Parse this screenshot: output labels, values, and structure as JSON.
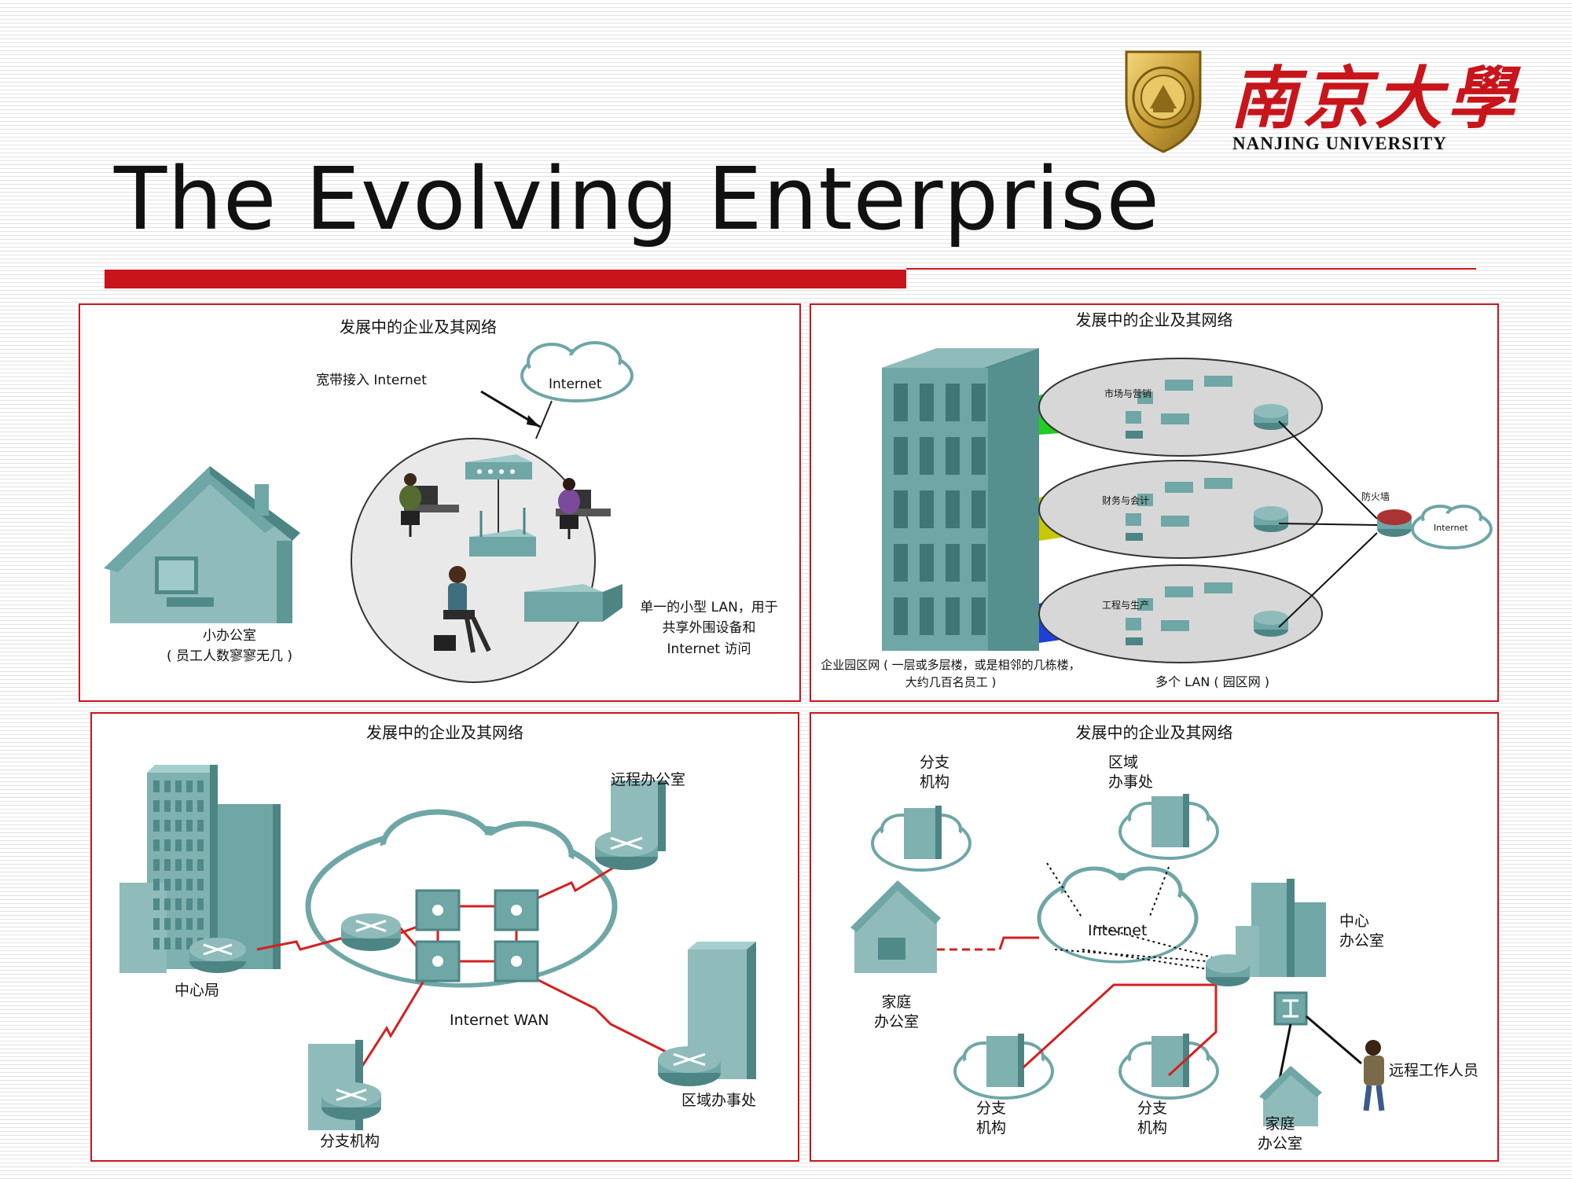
{
  "slide": {
    "title": "The Evolving Enterprise",
    "logo": {
      "chinese": "南京大學",
      "english": "NANJING UNIVERSITY"
    }
  },
  "panels": {
    "p1": {
      "title": "发展中的企业及其网络",
      "broadband": "宽带接入 Internet",
      "internet": "Internet",
      "office_l1": "小办公室",
      "office_l2": "( 员工人数寥寥无几 )",
      "lan_l1": "单一的小型 LAN，用于",
      "lan_l2": "共享外围设备和",
      "lan_l3": "Internet 访问"
    },
    "p2": {
      "title": "发展中的企业及其网络",
      "dept1": "市场与营销",
      "dept2": "财务与会计",
      "dept3": "工程与生产",
      "firewall": "防火墙",
      "internet": "Internet",
      "campus_l1": "企业园区网 ( 一层或多层楼，或是相邻的几栋楼，",
      "campus_l2": "大约几百名员工 )",
      "multi_lan": "多个 LAN ( 园区网 )"
    },
    "p3": {
      "title": "发展中的企业及其网络",
      "remote_office": "远程办公室",
      "central": "中心局",
      "wan": "Internet WAN",
      "regional": "区域办事处",
      "branch": "分支机构"
    },
    "p4": {
      "title": "发展中的企业及其网络",
      "branch_top_l1": "分支",
      "branch_top_l2": "机构",
      "regional_l1": "区域",
      "regional_l2": "办事处",
      "internet": "Internet",
      "central_l1": "中心",
      "central_l2": "办公室",
      "home_left_l1": "家庭",
      "home_left_l2": "办公室",
      "branch_b1_l1": "分支",
      "branch_b1_l2": "机构",
      "branch_b2_l1": "分支",
      "branch_b2_l2": "机构",
      "home_bottom_l1": "家庭",
      "home_bottom_l2": "办公室",
      "remote_worker": "远程工作人员"
    }
  },
  "colors": {
    "accent_red": "#c8151b",
    "device_teal": "#6fa6a6",
    "device_dark": "#4c8584",
    "link_red": "#d42020"
  }
}
